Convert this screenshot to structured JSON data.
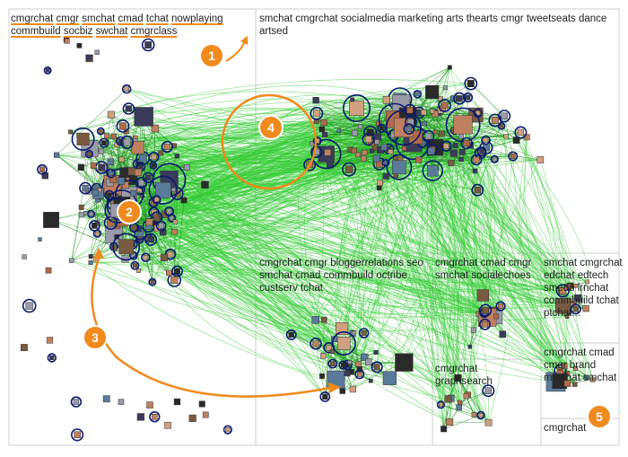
{
  "clusters": [
    {
      "id": "c1",
      "words": [
        "cmgrchat",
        "cmgr",
        "smchat",
        "cmad",
        "tchat",
        "nowplaying",
        "commbuild",
        "socbiz",
        "swchat",
        "cmgrclass"
      ],
      "underlined": true
    },
    {
      "id": "c2",
      "text": "smchat cmgrchat socialmedia marketing arts thearts cmgr tweetseats dance artsed"
    },
    {
      "id": "c3",
      "text": "cmgrchat cmgr bloggerrelations seo smchat cmad commbuild octribe custserv tchat"
    },
    {
      "id": "c4",
      "text": "cmgrchat cmad cmgr smchat socialechoes"
    },
    {
      "id": "c5",
      "text": "smchat cmgrchat edchat edtech smedu lrnchat commbuild tchat ptchat..."
    },
    {
      "id": "c6",
      "text": "cmgrchat cmad cmgr brand mmchat smchat"
    },
    {
      "id": "c7",
      "text": "cmgrchat graphsearch"
    },
    {
      "id": "c8",
      "text": "cmgrchat"
    }
  ],
  "badges": [
    "1",
    "2",
    "3",
    "4",
    "5"
  ],
  "colors": {
    "edge": "#33cc33",
    "accent": "#f08a1c",
    "node_dark": "#0a1a6e",
    "panel_border": "#cfcfcf"
  }
}
